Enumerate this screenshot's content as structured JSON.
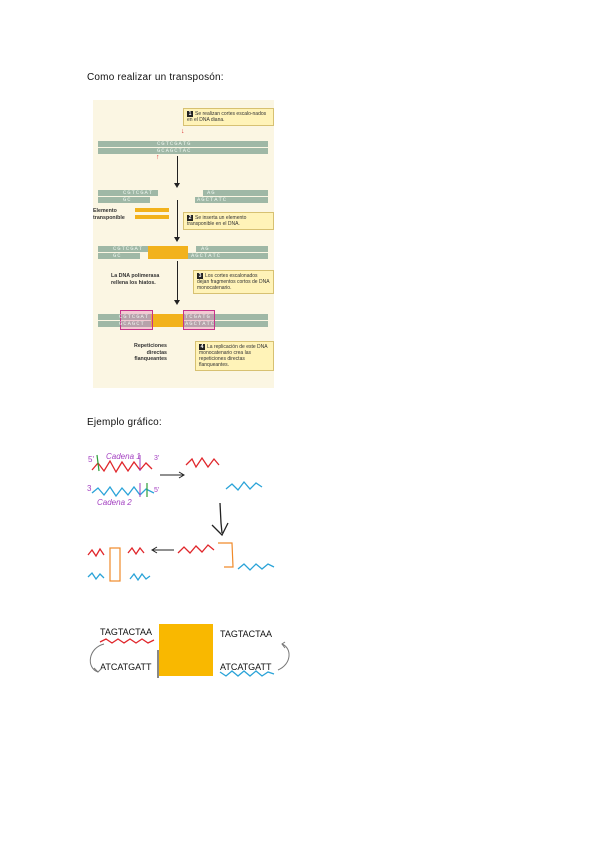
{
  "headings": {
    "transposon_title": "Como realizar un transposón:",
    "example_title": "Ejemplo gráfico:"
  },
  "figure": {
    "strand1_top": "CGTCGATG",
    "strand1_bottom": "GCAGCTAC",
    "strand2_left_top": "CGTCGAT",
    "strand2_left_bottom": "GC",
    "strand2_right_top": "AG",
    "strand2_right_bottom": "AGCTATC",
    "strand3_left_top": "CGTCGAT",
    "strand3_left_bottom": "GC",
    "strand3_right_top": "AG",
    "strand3_right_bottom": "AGCTATC",
    "strand4_left_top": "CGTCGAT",
    "strand4_left_bottom": "GCAGCT",
    "strand4_right_top": "TCGATG",
    "strand4_right_bottom": "AGCTATC",
    "step1": "Se realizan cortes escalo-nados en el DNA diana.",
    "step2": "Se inserta un elemento transponible en el DNA.",
    "step3": "Los cortes escalonados dejan fragmentos cortos de DNA monocatenario.",
    "step4": "La replicación de este DNA monocatenario crea las repeticiones directas flanqueantes.",
    "num1": "1",
    "num2": "2",
    "num3": "3",
    "num4": "4",
    "label_element": "Elemento transponible",
    "label_polymerase": "La DNA polimerasa rellena los hiatos.",
    "label_repeats": "Repeticiones directas flanqueantes"
  },
  "sketch": {
    "label_5_top": "5'",
    "label_cadena1": "Cadena 1",
    "label_3_top": "3'",
    "label_3_bottom": "3",
    "label_5_bottom": "5'",
    "label_cadena2": "Cadena 2"
  },
  "bottom": {
    "left_top_seq": "TAGTACTAA",
    "left_bottom_seq": "ATCATGATT",
    "right_top_seq": "TAGTACTAA",
    "right_bottom_seq": "ATCATGATT"
  },
  "colors": {
    "insert": "#f2b21c",
    "strand": "#9fb8a6",
    "red": "#e0262b",
    "blue": "#2aa3d8",
    "orange": "#f08a2a",
    "purple": "#a33fc1",
    "green": "#2f9e3a"
  }
}
